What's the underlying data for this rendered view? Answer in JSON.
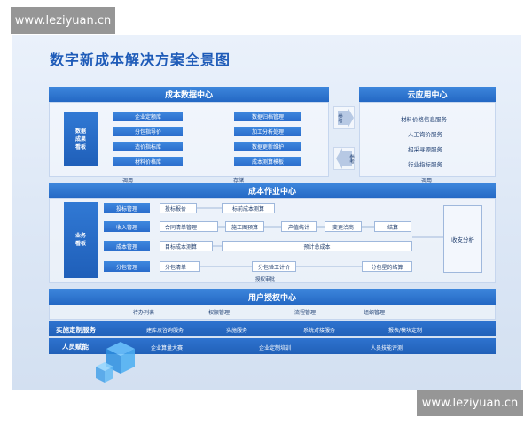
{
  "watermark": {
    "top_text": "www.leziyuan.cn",
    "bottom_text": "www.leziyuan.cn"
  },
  "title": "数字新成本解决方案全景图",
  "cost_data_center": {
    "header": "成本数据中心",
    "side_label": "数据\n成果\n看板",
    "left_items": [
      "企业定额库",
      "分包指导价",
      "造价指标库",
      "材料价格库"
    ],
    "right_items": [
      "数据归档管理",
      "加工分析处理",
      "数据更新维护",
      "成本测算模板"
    ]
  },
  "cloud_center": {
    "header": "云应用中心",
    "items": [
      "材料价格信息服务",
      "人工询价服务",
      "招采寻源服务",
      "行业指标服务"
    ]
  },
  "arrows": {
    "ref_top": "参考",
    "ref_bottom": "参考"
  },
  "connectors": {
    "call_left": "调用",
    "store": "存储",
    "call_right": "调用"
  },
  "cost_ops_center": {
    "header": "成本作业中心",
    "side_label": "业务\n看板",
    "modules": [
      "投标管理",
      "收入管理",
      "成本管理",
      "分包管理"
    ],
    "flow": {
      "bid_quote": "投标报价",
      "pre_bid_estimate": "标前成本测算",
      "contract_list": "合同清单管理",
      "drawing_budget": "施工图预算",
      "output_stats": "产值统计",
      "change_claim": "变更洽商",
      "settlement": "结算",
      "target_cost": "目标成本测算",
      "total_cost": "预计总成本",
      "sub_list": "分包清单",
      "sub_measure": "分包验工计价",
      "sub_settle": "分包星的结算",
      "auth_note": "授权审批"
    },
    "analysis": "收支分析"
  },
  "user_auth_center": {
    "header": "用户授权中心",
    "items": [
      "待办列表",
      "权限管理",
      "流程管理",
      "组织管理"
    ]
  },
  "impl_service": {
    "title": "实施定制服务",
    "items": [
      "建库及咨询服务",
      "实施服务",
      "系统对接服务",
      "报表/模块定制"
    ]
  },
  "personnel": {
    "title": "人员赋能",
    "items": [
      "企业算量大赛",
      "企业定制培训",
      "人员技能评测"
    ]
  }
}
